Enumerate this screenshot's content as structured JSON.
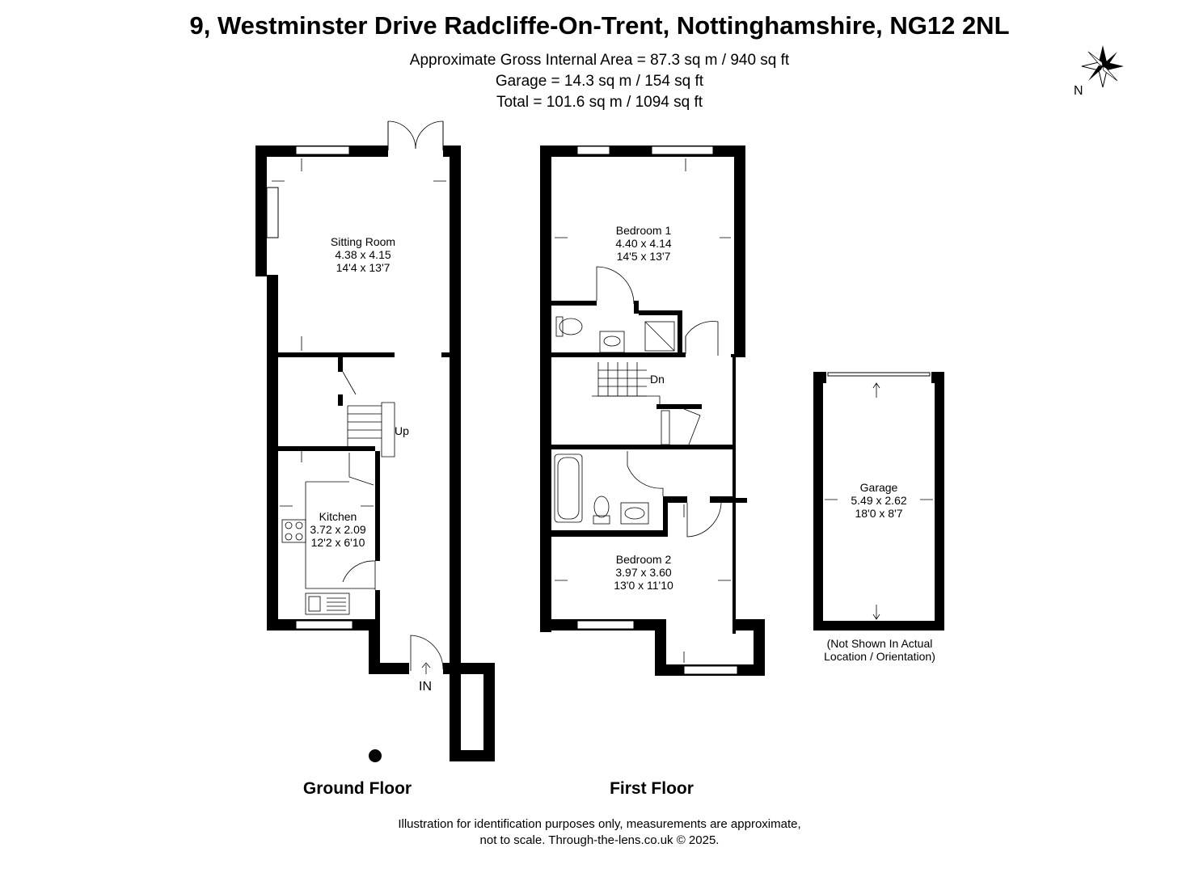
{
  "header": {
    "title": "9, Westminster Drive Radcliffe-On-Trent, Nottinghamshire, NG12 2NL",
    "area_lines": [
      "Approximate Gross Internal Area = 87.3 sq m / 940 sq ft",
      "Garage = 14.3 sq m / 154 sq ft",
      "Total = 101.6 sq m / 1094 sq ft"
    ]
  },
  "compass": {
    "label": "N",
    "icon": "compass-rose-icon"
  },
  "ground_floor": {
    "label": "Ground Floor",
    "rooms": [
      {
        "name": "Sitting Room",
        "metric": "4.38 x 4.15",
        "imperial": "14'4 x 13'7"
      },
      {
        "name": "Kitchen",
        "metric": "3.72 x 2.09",
        "imperial": "12'2 x 6'10"
      }
    ],
    "stairs_label": "Up",
    "entrance_label": "IN"
  },
  "first_floor": {
    "label": "First Floor",
    "rooms": [
      {
        "name": "Bedroom 1",
        "metric": "4.40 x 4.14",
        "imperial": "14'5 x 13'7"
      },
      {
        "name": "Bedroom 2",
        "metric": "3.97 x 3.60",
        "imperial": "13'0 x 11'10"
      }
    ],
    "stairs_label": "Dn"
  },
  "garage": {
    "name": "Garage",
    "metric": "5.49 x 2.62",
    "imperial": "18'0 x 8'7",
    "note_lines": [
      "(Not Shown In Actual",
      "Location / Orientation)"
    ]
  },
  "footer": {
    "lines": [
      "Illustration for identification purposes only, measurements are approximate,",
      "not to scale. Through-the-lens.co.uk © 2025."
    ]
  }
}
